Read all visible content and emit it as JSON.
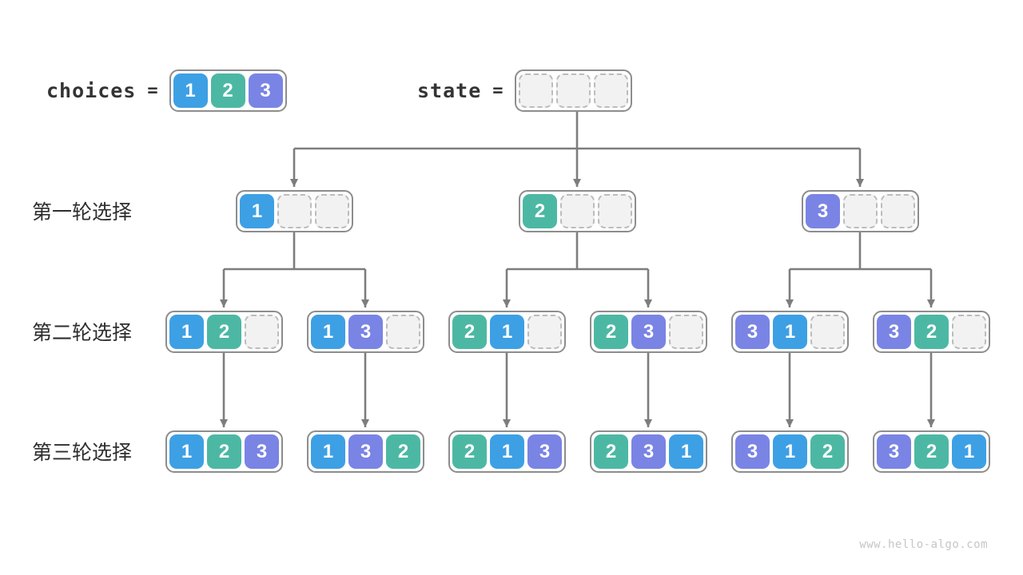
{
  "palette": {
    "1": "#3da0e4",
    "2": "#4cb8a4",
    "3": "#7a84e4",
    "empty_bg": "#f2f2f2",
    "empty_border": "#bcbcbc",
    "box_border": "#8d8d8d",
    "arrow": "#7d7d7d",
    "text": "#2e2e2e",
    "watermark": "#c6c6c6"
  },
  "header": {
    "choices_label": "choices",
    "choices_equals": "=",
    "choices_cells": [
      "1",
      "2",
      "3"
    ],
    "state_label": "state",
    "state_equals": "=",
    "state_cells": [
      "",
      "",
      ""
    ]
  },
  "rows": [
    {
      "label": "第一轮选择",
      "boxes": [
        [
          "1",
          "",
          ""
        ],
        [
          "2",
          "",
          ""
        ],
        [
          "3",
          "",
          ""
        ]
      ]
    },
    {
      "label": "第二轮选择",
      "boxes": [
        [
          "1",
          "2",
          ""
        ],
        [
          "1",
          "3",
          ""
        ],
        [
          "2",
          "1",
          ""
        ],
        [
          "2",
          "3",
          ""
        ],
        [
          "3",
          "1",
          ""
        ],
        [
          "3",
          "2",
          ""
        ]
      ]
    },
    {
      "label": "第三轮选择",
      "boxes": [
        [
          "1",
          "2",
          "3"
        ],
        [
          "1",
          "3",
          "2"
        ],
        [
          "2",
          "1",
          "3"
        ],
        [
          "2",
          "3",
          "1"
        ],
        [
          "3",
          "1",
          "2"
        ],
        [
          "3",
          "2",
          "1"
        ]
      ]
    }
  ],
  "watermark": "www.hello-algo.com"
}
